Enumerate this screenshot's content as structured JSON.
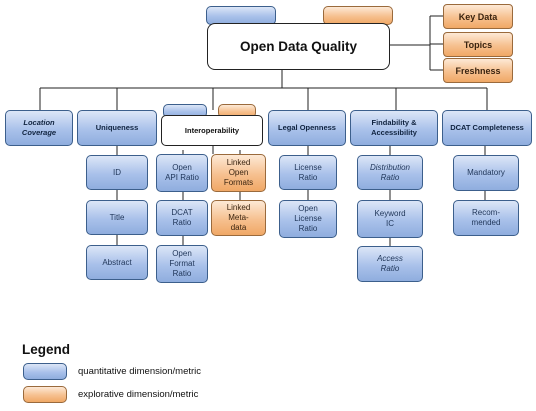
{
  "root": "Open Data Quality",
  "root_side_boxes": [
    "Key Data",
    "Topics",
    "Freshness"
  ],
  "dimensions": {
    "location_coverage": "Location Coverage",
    "uniqueness": "Uniqueness",
    "interoperability": "Interoperability",
    "legal_openness": "Legal Openness",
    "findability": "Findability & Accessibility",
    "dcat_completeness": "DCAT Completeness"
  },
  "metrics": {
    "uniqueness": [
      "ID",
      "Title",
      "Abstract"
    ],
    "interop_quant": [
      "Open API Ratio",
      "DCAT Ratio",
      "Open Format Ratio"
    ],
    "interop_explor": [
      "Linked Open Formats",
      "Linked Meta-data"
    ],
    "legal": [
      "License Ratio",
      "Open License Ratio"
    ],
    "findability": [
      "Distribution Ratio",
      "Keyword IC",
      "Access Ratio"
    ],
    "dcat": [
      "Mandatory",
      "Recom-mended"
    ]
  },
  "legend": {
    "title": "Legend",
    "quantitative": "quantitative dimension/metric",
    "explorative": "explorative dimension/metric"
  },
  "colors": {
    "quantitative": "#a9c1ea",
    "explorative": "#f6c08f",
    "border": "#3c5f8c"
  }
}
